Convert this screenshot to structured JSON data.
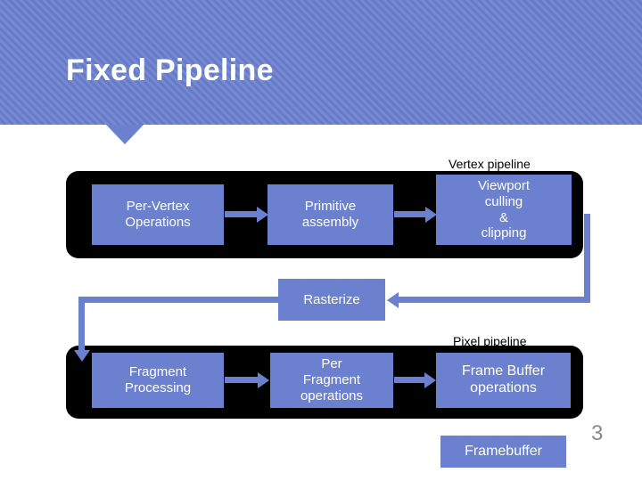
{
  "slide": {
    "title": "Fixed Pipeline",
    "page_number": "3",
    "accent_color": "#6b81d0",
    "bar_color": "#000000"
  },
  "labels": {
    "vertex_pipeline": "Vertex pipeline",
    "pixel_pipeline": "Pixel pipeline"
  },
  "diagram": {
    "vertex_stage": [
      {
        "label": "Per-Vertex\nOperations",
        "line1": "Per-Vertex",
        "line2": "Operations"
      },
      {
        "label": "Primitive\nassembly",
        "line1": "Primitive",
        "line2": "assembly"
      },
      {
        "label": "Viewport culling & clipping",
        "line1": "Viewport",
        "line2": "culling",
        "line3": "&",
        "line4": "clipping"
      }
    ],
    "rasterize": {
      "label": "Rasterize"
    },
    "pixel_stage": [
      {
        "label": "Fragment\nProcessing",
        "line1": "Fragment",
        "line2": "Processing"
      },
      {
        "label": "Per Fragment operations",
        "line1": "Per",
        "line2": "Fragment",
        "line3": "operations"
      },
      {
        "label": "Frame Buffer operations",
        "line1": "Frame Buffer",
        "line2": "operations"
      }
    ],
    "framebuffer": {
      "label": "Framebuffer"
    }
  }
}
